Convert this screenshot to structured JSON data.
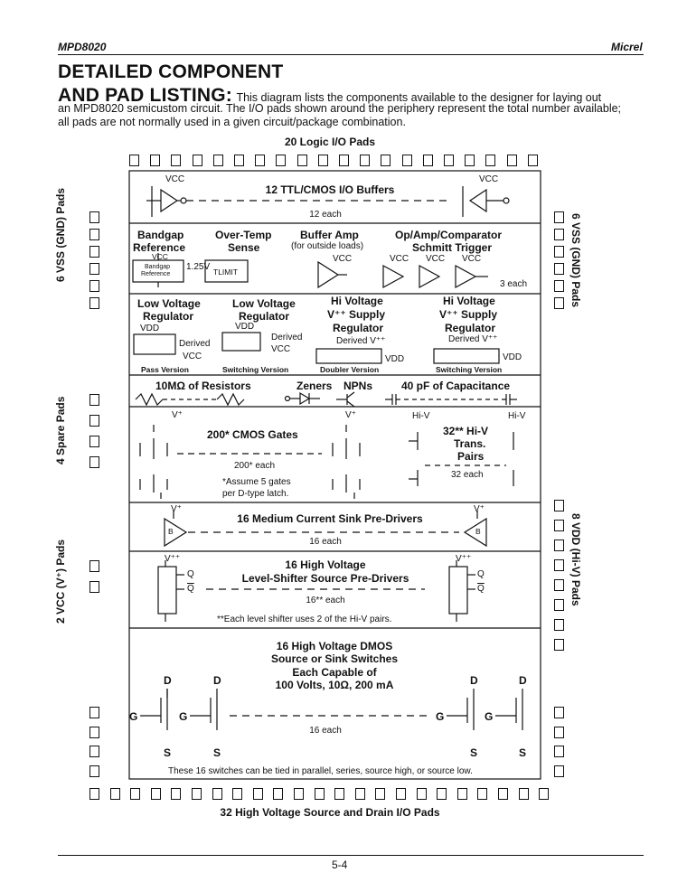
{
  "header": {
    "left": "MPD8020",
    "right": "Micrel"
  },
  "title": {
    "line1": "DETAILED COMPONENT",
    "line2": "AND PAD LISTING:"
  },
  "intro": {
    "first": "This diagram lists the components available to the designer for laying out",
    "rest": "an MPD8020 semicustom circuit. The I/O pads shown around the periphery represent the total number available; all pads are not normally used in a given circuit/package combination."
  },
  "pads": {
    "top_label": "20 Logic I/O Pads",
    "bottom_label": "32 High Voltage Source and Drain I/O Pads",
    "left_vss": "6 VSS (GND) Pads",
    "left_spare": "4 Spare Pads",
    "left_vcc": "2 VCC (V⁺) Pads",
    "right_vss": "6 VSS (GND) Pads",
    "right_vdd": "8 VDD (Hi-V) Pads"
  },
  "ttl": {
    "title": "12 TTL/CMOS I/O Buffers",
    "each": "12 each",
    "vcc": "VCC"
  },
  "row2": {
    "bandgap": "Bandgap",
    "reference": "Reference",
    "bandgap_box": "Bandgap",
    "reference_box": "Reference",
    "v125": "1.25V",
    "vcc": "VCC",
    "overtemp": "Over-Temp",
    "sense": "Sense",
    "tlimit": "TLIMIT",
    "buffer": "Buffer Amp",
    "buffer_note": "(for outside loads)",
    "opamp": "Op/Amp/Comparator",
    "schmitt": "Schmitt Trigger",
    "three_each": "3 each"
  },
  "row3": {
    "lvr1a": "Low Voltage",
    "lvr1b": "Regulator",
    "lvr2a": "Low Voltage",
    "lvr2b": "Regulator",
    "hvr1a": "Hi Voltage",
    "hvr1b": "V⁺⁺ Supply",
    "hvr1c": "Regulator",
    "hvr2a": "Hi Voltage",
    "hvr2b": "V⁺⁺ Supply",
    "hvr2c": "Regulator",
    "vdd": "VDD",
    "derived": "Derived",
    "vcc": "VCC",
    "derived_vpp": "Derived V⁺⁺",
    "pass": "Pass Version",
    "switching": "Switching Version",
    "doubler": "Doubler Version",
    "switching2": "Switching Version"
  },
  "row4": {
    "resistors": "10MΩ of Resistors",
    "zeners": "Zeners",
    "npns": "NPNs",
    "caps": "40 pF of Capacitance"
  },
  "row5": {
    "vplus": "V⁺",
    "hiv": "Hi-V",
    "cmos": "200* CMOS Gates",
    "cmos_each": "200* each",
    "assume1": "*Assume 5 gates",
    "assume2": "per D-type latch.",
    "pairs1": "32** Hi-V",
    "pairs2": "Trans.",
    "pairs3": "Pairs",
    "pairs_each": "32 each"
  },
  "row6": {
    "title": "16 Medium Current Sink Pre-Drivers",
    "each": "16 each",
    "vplus": "V⁺",
    "b": "B"
  },
  "row7": {
    "title1": "16 High Voltage",
    "title2": "Level-Shifter Source Pre-Drivers",
    "each": "16** each",
    "note": "**Each level shifter uses 2 of the Hi-V pairs.",
    "vpp": "V⁺⁺",
    "q": "Q",
    "qbar": "Q"
  },
  "row8": {
    "t1": "16 High Voltage DMOS",
    "t2": "Source or Sink Switches",
    "t3": "Each Capable of",
    "t4": "100 Volts, 10Ω, 200 mA",
    "each": "16 each",
    "note": "These 16 switches can be tied in parallel, series, source high, or source low.",
    "d": "D",
    "g": "G",
    "s": "S"
  },
  "footer": {
    "page": "5-4"
  }
}
